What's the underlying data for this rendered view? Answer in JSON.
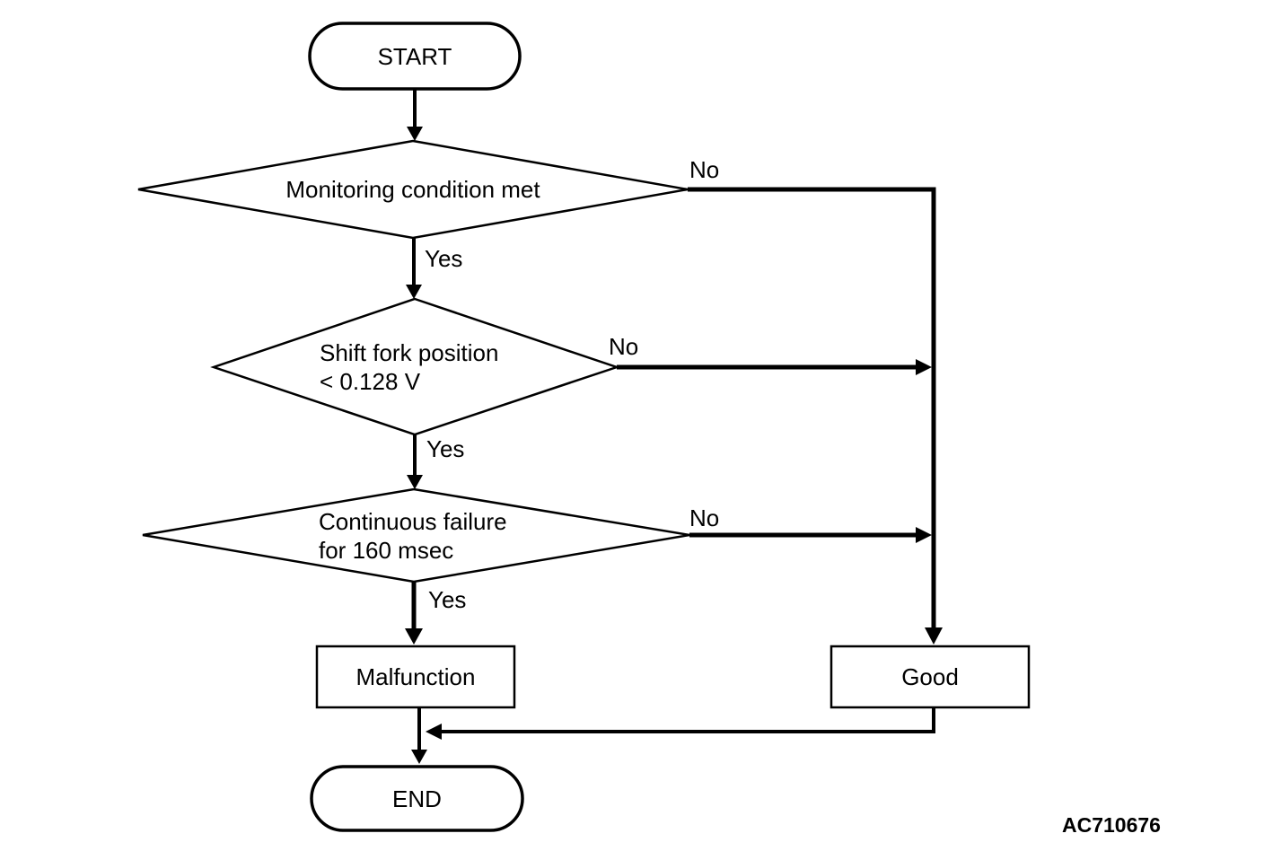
{
  "figure_code": "AC710676",
  "nodes": {
    "start": {
      "label": "START"
    },
    "monitoring": {
      "label": "Monitoring condition met"
    },
    "shift_fork": {
      "line1": "Shift fork position",
      "line2": "< 0.128 V"
    },
    "continuous_failure": {
      "line1": "Continuous failure",
      "line2": "for 160 msec"
    },
    "malfunction": {
      "label": "Malfunction"
    },
    "good": {
      "label": "Good"
    },
    "end": {
      "label": "END"
    }
  },
  "edges": [
    {
      "from": "start",
      "to": "monitoring",
      "label": ""
    },
    {
      "from": "monitoring",
      "to": "shift_fork",
      "label": "Yes"
    },
    {
      "from": "monitoring",
      "to": "good",
      "label": "No"
    },
    {
      "from": "shift_fork",
      "to": "continuous_failure",
      "label": "Yes"
    },
    {
      "from": "shift_fork",
      "to": "good",
      "label": "No"
    },
    {
      "from": "continuous_failure",
      "to": "malfunction",
      "label": "Yes"
    },
    {
      "from": "continuous_failure",
      "to": "good",
      "label": "No"
    },
    {
      "from": "malfunction",
      "to": "end",
      "label": ""
    },
    {
      "from": "good",
      "to": "end",
      "label": ""
    }
  ],
  "colors": {
    "line": "#000000",
    "background": "#ffffff"
  }
}
